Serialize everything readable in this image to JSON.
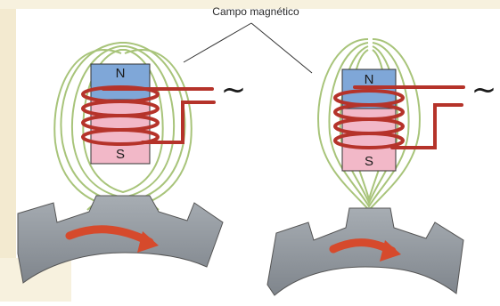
{
  "label": "Campo magnético",
  "pole_north": "N",
  "pole_south": "S",
  "ac_symbol": "~",
  "colors": {
    "margin_beige": "#f3ead0",
    "field_lines": "#a8c47a",
    "magnet_north": "#7fa7d8",
    "magnet_south": "#f2b8c8",
    "coil": "#b5332a",
    "gear": "#8f959c",
    "rotation_arrow": "#d64a2c"
  }
}
